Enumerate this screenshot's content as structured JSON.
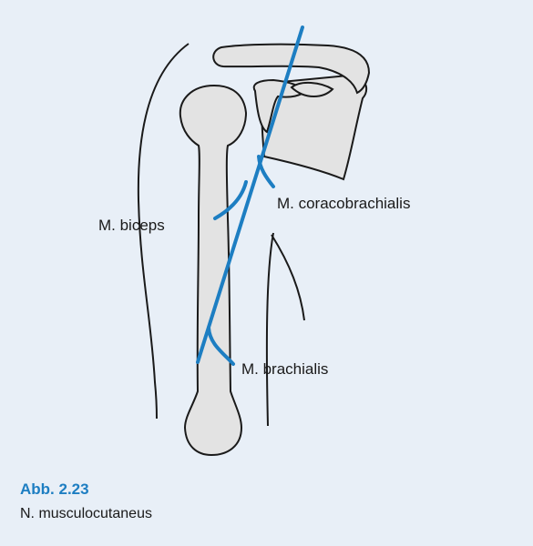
{
  "labels": {
    "biceps": "M. biceps",
    "coracobrachialis": "M. coracobrachialis",
    "brachialis": "M. brachialis"
  },
  "caption": {
    "number": "Abb. 2.23",
    "text": "N. musculocutaneus"
  },
  "colors": {
    "background": "#e8eff7",
    "bone_fill": "#e3e3e3",
    "outline": "#1a1a1a",
    "nerve": "#1d7ec2",
    "caption_accent": "#1d7ec2"
  }
}
